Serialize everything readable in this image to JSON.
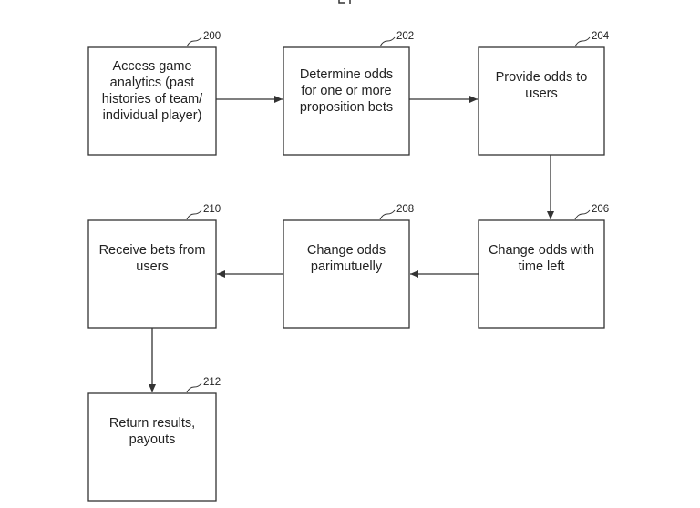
{
  "steps": [
    {
      "id": "200",
      "ref": "200",
      "lines": [
        "Access game",
        "analytics (past",
        "histories of team/",
        "individual player)"
      ]
    },
    {
      "id": "202",
      "ref": "202",
      "lines": [
        "Determine odds",
        "for one or more",
        "proposition bets"
      ]
    },
    {
      "id": "204",
      "ref": "204",
      "lines": [
        "Provide odds to",
        "users"
      ]
    },
    {
      "id": "206",
      "ref": "206",
      "lines": [
        "Change odds with",
        "time left"
      ]
    },
    {
      "id": "208",
      "ref": "208",
      "lines": [
        "Change odds",
        "parimutuelly"
      ]
    },
    {
      "id": "210",
      "ref": "210",
      "lines": [
        "Receive bets from",
        "users"
      ]
    },
    {
      "id": "212",
      "ref": "212",
      "lines": [
        "Return results,",
        "payouts"
      ]
    }
  ],
  "flow": [
    {
      "from": "200",
      "to": "202"
    },
    {
      "from": "202",
      "to": "204"
    },
    {
      "from": "204",
      "to": "206"
    },
    {
      "from": "206",
      "to": "208"
    },
    {
      "from": "208",
      "to": "210"
    },
    {
      "from": "210",
      "to": "212"
    }
  ],
  "colors": {
    "stroke": "#333333",
    "text": "#222222",
    "background": "#ffffff"
  }
}
